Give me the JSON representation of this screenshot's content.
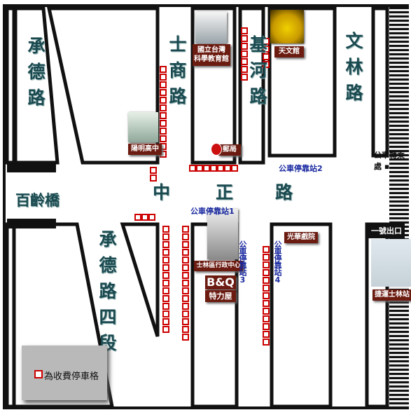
{
  "roads": {
    "chengde_upper": "承德路",
    "chengde_lower": "承德路四段",
    "shishang": "士商路",
    "jihe": "基河路",
    "wenlin": "文林路",
    "zhongzheng_1": "中",
    "zhongzheng_2": "正",
    "zhongzheng_3": "路",
    "bailing_bridge": "百齡橋"
  },
  "buildings": {
    "science_museum": "國立台灣科學教育館",
    "science_museum_line1": "國立台灣",
    "science_museum_line2": "科學教育館",
    "astronomy": "天文館",
    "yangming": "陽明高中",
    "post_office": "郵局",
    "district_office": "士林區行政中心",
    "bq_logo": "B&Q",
    "bq_name": "特力屋",
    "cinema": "光華戲院",
    "mrt_station": "捷運士林站"
  },
  "bus_stops": {
    "stop1": "公車停靠站1",
    "stop2": "公車停靠站2",
    "stop3": "公車停靠站3",
    "stop4": "公車停靠站4",
    "transfer": "公車轉乘處"
  },
  "exit_label": "一號出口",
  "legend": {
    "label": "為收費停車格"
  },
  "colors": {
    "road_label": "#1a4a50",
    "building_label_bg": "#6b1b10",
    "bus_stop_text": "#1a2aa0",
    "parking_marker": "#cc0000",
    "block_outline": "#111111",
    "legend_bg": "#b9b9b9"
  }
}
